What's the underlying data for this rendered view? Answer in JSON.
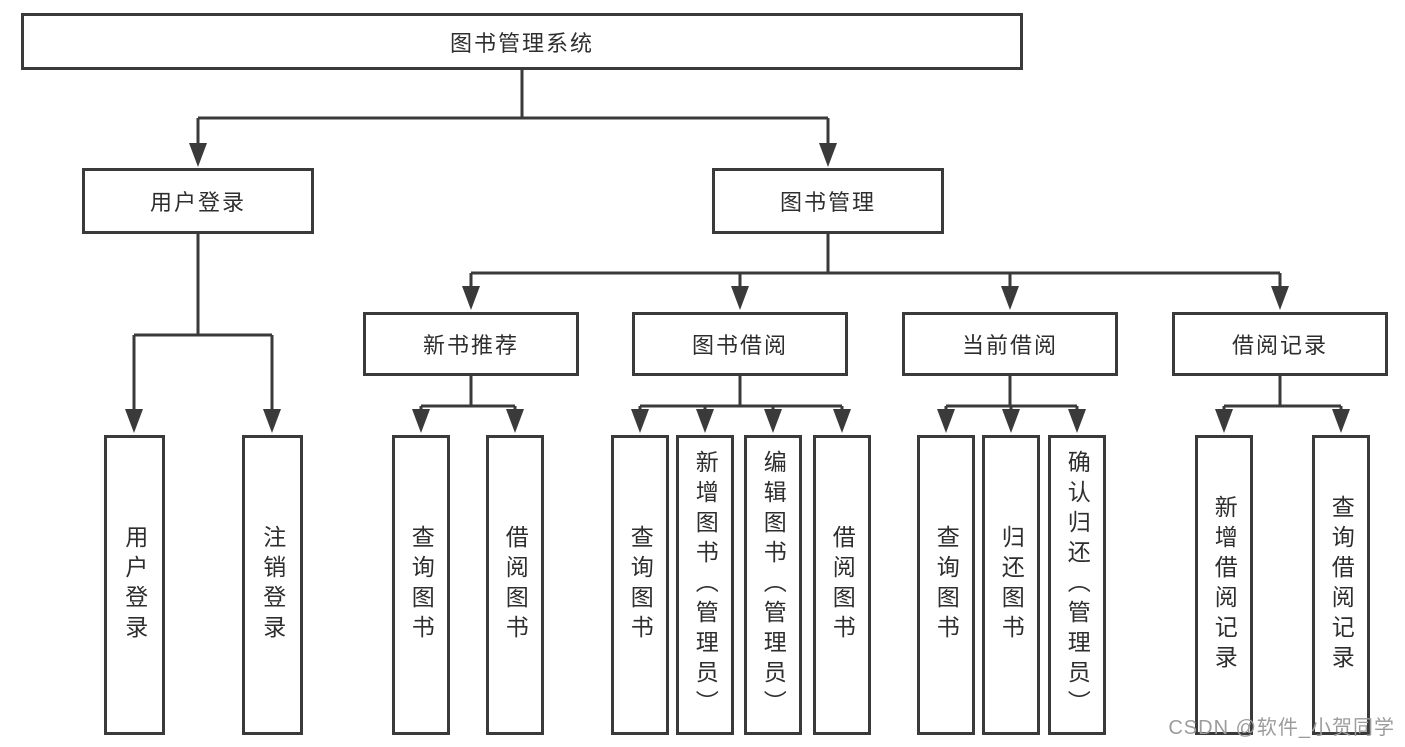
{
  "diagram": {
    "title": "图书管理系统",
    "level2": {
      "user_login": "用户登录",
      "book_management": "图书管理"
    },
    "level3": {
      "new_book_recommend": "新书推荐",
      "book_borrowing": "图书借阅",
      "current_borrowing": "当前借阅",
      "borrowing_records": "借阅记录"
    },
    "leaves": {
      "user_login_children": {
        "login": "用户登录",
        "logout": "注销登录"
      },
      "new_book_recommend_children": {
        "query_books": "查询图书",
        "borrow_books": "借阅图书"
      },
      "book_borrowing_children": {
        "query_books": "查询图书",
        "add_books_admin": "新增图书（管理员）",
        "edit_books_admin": "编辑图书（管理员）",
        "borrow_books": "借阅图书"
      },
      "current_borrowing_children": {
        "query_books": "查询图书",
        "return_books": "归还图书",
        "confirm_return_admin": "确认归还（管理员）"
      },
      "borrowing_records_children": {
        "add_borrow_record": "新增借阅记录",
        "query_borrow_record": "查询借阅记录"
      }
    }
  },
  "watermark": {
    "text": "CSDN @软件_小贺同学"
  },
  "colors": {
    "line": "#3a3a3a",
    "text": "#2e2e2e",
    "watermark": "#9c9c9c"
  }
}
